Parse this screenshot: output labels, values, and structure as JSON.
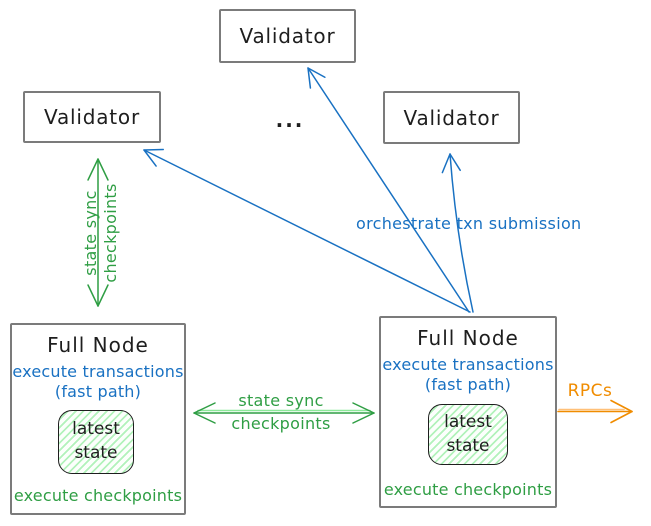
{
  "colors": {
    "ink": "#1e1e1e",
    "blue": "#1971c2",
    "green": "#2f9e44",
    "green_light": "#8ce99a",
    "orange": "#f08c00",
    "orange_light": "#ffc078",
    "border_gray": "#7b7b7b",
    "hatch": "#b2f2bb"
  },
  "validator_top": {
    "label": "Validator"
  },
  "validator_left": {
    "label": "Validator"
  },
  "validator_right": {
    "label": "Validator"
  },
  "ellipsis": "...",
  "full_node_left": {
    "title": "Full Node",
    "exec_line1": "execute transactions",
    "exec_line2": "(fast path)",
    "state_line1": "latest",
    "state_line2": "state",
    "footer": "execute checkpoints"
  },
  "full_node_right": {
    "title": "Full Node",
    "exec_line1": "execute transactions",
    "exec_line2": "(fast path)",
    "state_line1": "latest",
    "state_line2": "state",
    "footer": "execute checkpoints"
  },
  "edge_labels": {
    "left_sync_line1": "state sync",
    "left_sync_line2": "checkpoints",
    "mid_sync_line1": "state sync",
    "mid_sync_line2": "checkpoints",
    "orchestrate": "orchestrate txn submission",
    "rpcs": "RPCs"
  }
}
